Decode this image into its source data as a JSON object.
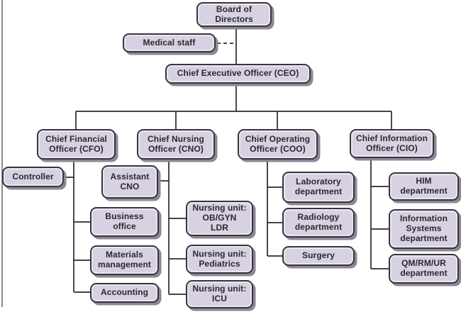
{
  "colors": {
    "background": "#ffffff",
    "box_fill": "#d7d1e1",
    "box_border": "#38353e",
    "box_shadow": "#8b8894",
    "connector": "#2b2b2b",
    "frame_line": "#605e68",
    "text": "#2a2830"
  },
  "nodes": {
    "board": {
      "label": "Board of\nDirectors"
    },
    "medical_staff": {
      "label": "Medical staff"
    },
    "ceo": {
      "label": "Chief Executive Officer (CEO)"
    },
    "cfo": {
      "label": "Chief Financial\nOfficer (CFO)"
    },
    "cno": {
      "label": "Chief Nursing\nOfficer (CNO)"
    },
    "coo": {
      "label": "Chief Operating\nOfficer (COO)"
    },
    "cio": {
      "label": "Chief Information\nOfficer (CIO)"
    },
    "controller": {
      "label": "Controller"
    },
    "assistant_cno": {
      "label": "Assistant\nCNO"
    },
    "business_office": {
      "label": "Business\noffice"
    },
    "materials_management": {
      "label": "Materials\nmanagement"
    },
    "accounting": {
      "label": "Accounting"
    },
    "nursing_obgyn": {
      "label": "Nursing unit:\nOB/GYN\nLDR"
    },
    "nursing_pediatrics": {
      "label": "Nursing unit:\nPediatrics"
    },
    "nursing_icu": {
      "label": "Nursing unit:\nICU"
    },
    "laboratory": {
      "label": "Laboratory\ndepartment"
    },
    "radiology": {
      "label": "Radiology\ndepartment"
    },
    "surgery": {
      "label": "Surgery"
    },
    "him": {
      "label": "HIM\ndepartment"
    },
    "information_systems": {
      "label": "Information\nSystems\ndepartment"
    },
    "qm_rm_ur": {
      "label": "QM/RM/UR\ndepartment"
    }
  },
  "edges": [
    {
      "from": "board",
      "to": "ceo",
      "style": "solid"
    },
    {
      "from": "medical_staff",
      "to": "ceo",
      "style": "dashed"
    },
    {
      "from": "ceo",
      "to": "cfo",
      "style": "solid"
    },
    {
      "from": "ceo",
      "to": "cno",
      "style": "solid"
    },
    {
      "from": "ceo",
      "to": "coo",
      "style": "solid"
    },
    {
      "from": "ceo",
      "to": "cio",
      "style": "solid"
    },
    {
      "from": "cfo",
      "to": "controller",
      "style": "solid"
    },
    {
      "from": "cfo",
      "to": "business_office",
      "style": "solid"
    },
    {
      "from": "cfo",
      "to": "materials_management",
      "style": "solid"
    },
    {
      "from": "cfo",
      "to": "accounting",
      "style": "solid"
    },
    {
      "from": "cno",
      "to": "assistant_cno",
      "style": "solid"
    },
    {
      "from": "cno",
      "to": "nursing_obgyn",
      "style": "solid"
    },
    {
      "from": "cno",
      "to": "nursing_pediatrics",
      "style": "solid"
    },
    {
      "from": "cno",
      "to": "nursing_icu",
      "style": "solid"
    },
    {
      "from": "coo",
      "to": "laboratory",
      "style": "solid"
    },
    {
      "from": "coo",
      "to": "radiology",
      "style": "solid"
    },
    {
      "from": "coo",
      "to": "surgery",
      "style": "solid"
    },
    {
      "from": "cio",
      "to": "him",
      "style": "solid"
    },
    {
      "from": "cio",
      "to": "information_systems",
      "style": "solid"
    },
    {
      "from": "cio",
      "to": "qm_rm_ur",
      "style": "solid"
    }
  ]
}
